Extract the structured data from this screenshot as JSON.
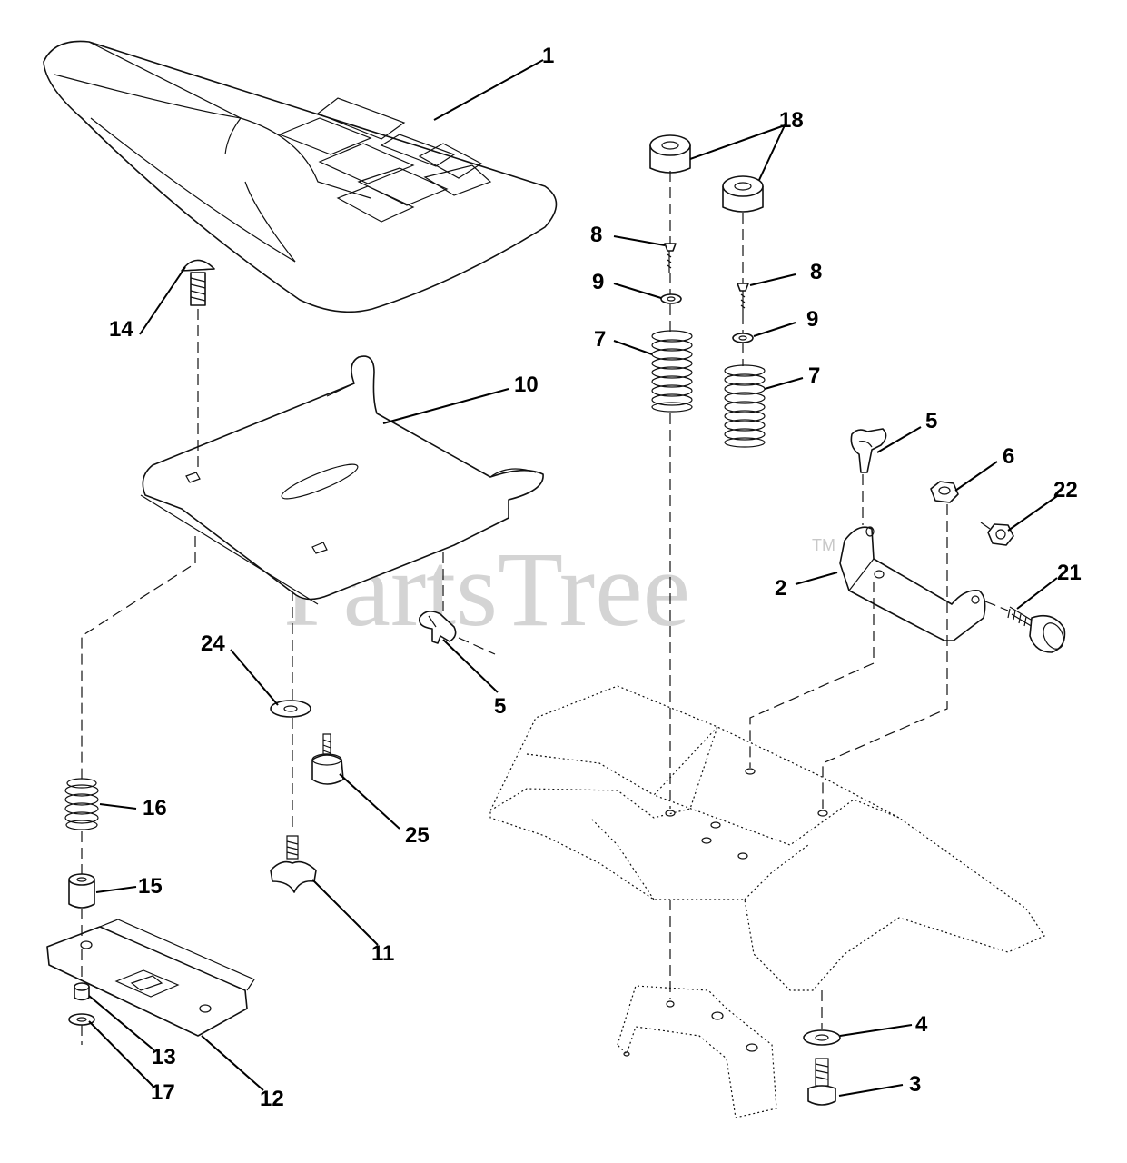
{
  "watermark": {
    "text": "PartsTree",
    "trademark": "TM",
    "color": "#c8c8c8"
  },
  "callouts": [
    {
      "id": "c1",
      "label": "1"
    },
    {
      "id": "c18",
      "label": "18"
    },
    {
      "id": "c8a",
      "label": "8"
    },
    {
      "id": "c8b",
      "label": "8"
    },
    {
      "id": "c9a",
      "label": "9"
    },
    {
      "id": "c9b",
      "label": "9"
    },
    {
      "id": "c7a",
      "label": "7"
    },
    {
      "id": "c7b",
      "label": "7"
    },
    {
      "id": "c14",
      "label": "14"
    },
    {
      "id": "c10",
      "label": "10"
    },
    {
      "id": "c5a",
      "label": "5"
    },
    {
      "id": "c5b",
      "label": "5"
    },
    {
      "id": "c6",
      "label": "6"
    },
    {
      "id": "c22",
      "label": "22"
    },
    {
      "id": "c2",
      "label": "2"
    },
    {
      "id": "c21",
      "label": "21"
    },
    {
      "id": "c24",
      "label": "24"
    },
    {
      "id": "c25",
      "label": "25"
    },
    {
      "id": "c16",
      "label": "16"
    },
    {
      "id": "c15",
      "label": "15"
    },
    {
      "id": "c11",
      "label": "11"
    },
    {
      "id": "c13",
      "label": "13"
    },
    {
      "id": "c12",
      "label": "12"
    },
    {
      "id": "c17",
      "label": "17"
    },
    {
      "id": "c4",
      "label": "4"
    },
    {
      "id": "c3",
      "label": "3"
    }
  ]
}
